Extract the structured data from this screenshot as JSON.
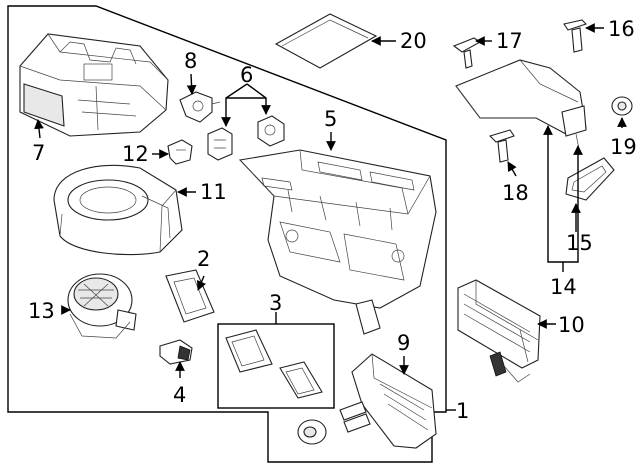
{
  "labels": {
    "c1": "1",
    "c2": "2",
    "c3": "3",
    "c4": "4",
    "c5": "5",
    "c6": "6",
    "c7": "7",
    "c8": "8",
    "c9": "9",
    "c10": "10",
    "c11": "11",
    "c12": "12",
    "c13": "13",
    "c14": "14",
    "c15": "15",
    "c16": "16",
    "c17": "17",
    "c18": "18",
    "c19": "19",
    "c20": "20"
  }
}
